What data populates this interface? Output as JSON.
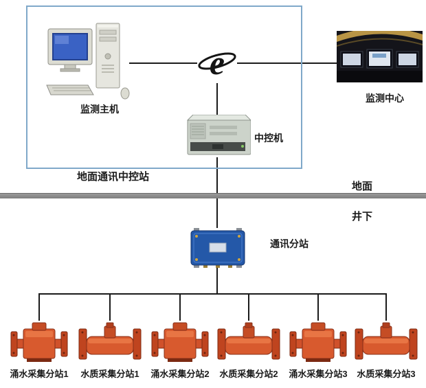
{
  "diagram": {
    "ground_station_box": {
      "label": "地面通讯中控站"
    },
    "host": {
      "label": "监测主机"
    },
    "internet_icon": {
      "glyph": "e"
    },
    "monitor_center": {
      "label": "监测中心"
    },
    "control_server": {
      "label": "中控机"
    },
    "surface": {
      "label": "地面"
    },
    "underground": {
      "label": "井下"
    },
    "substation": {
      "label": "通讯分站"
    },
    "devices": [
      {
        "label": "涌水采集分站1"
      },
      {
        "label": "水质采集分站1"
      },
      {
        "label": "涌水采集分站2"
      },
      {
        "label": "水质采集分站2"
      },
      {
        "label": "涌水采集分站3"
      },
      {
        "label": "水质采集分站3"
      }
    ],
    "colors": {
      "station_box_border": "#7fa8c9",
      "connector": "#1a1a1a",
      "ground_bar": "#8a8a8a",
      "device_body": "#d85a2e",
      "substation_body": "#2458a8"
    }
  }
}
